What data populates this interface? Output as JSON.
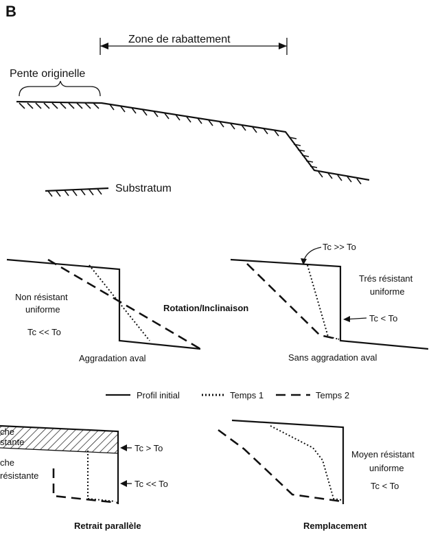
{
  "panel_letter": "B",
  "top": {
    "zone_label": "Zone de rabattement",
    "original_slope_label": "Pente originelle",
    "substratum_label": "Substratum"
  },
  "rotation": {
    "left_type": "Non résistant",
    "left_type_2": "uniforme",
    "left_relation": "Tc << To",
    "left_caption": "Aggradation aval",
    "title": "Rotation/Inclinaison",
    "right_relation_top": "Tc >> To",
    "right_type": "Trés résistant",
    "right_type_2": "uniforme",
    "right_relation": "Tc < To",
    "right_caption": "Sans aggradation aval"
  },
  "legend": {
    "initial": "Profil initial",
    "time1": "Temps 1",
    "time2": "Temps 2"
  },
  "parallel": {
    "layer1_a": "che",
    "layer1_b": "stante",
    "layer2_a": "che",
    "layer2_b": "résistante",
    "relation_top": "Tc > To",
    "relation_bottom": "Tc << To",
    "caption": "Retrait parallèle"
  },
  "replacement": {
    "type": "Moyen résistant",
    "type_2": "uniforme",
    "relation": "Tc < To",
    "caption": "Remplacement"
  }
}
